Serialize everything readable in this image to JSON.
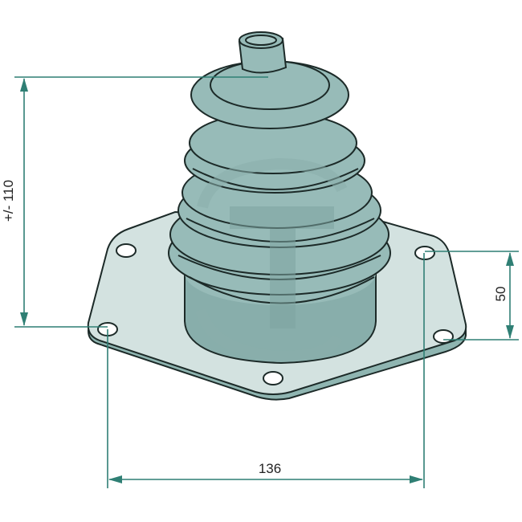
{
  "figure": {
    "subject": "Rubber bellows boot with square mounting flange (4 bolt holes)",
    "colors": {
      "dimension_line": "#2f7f74",
      "bellows": "#97bbb8",
      "flange": "#d3e2e0",
      "outline": "#1c2a28",
      "background": "#ffffff"
    }
  },
  "dimensions": {
    "height": {
      "label": "+/- 110",
      "orientation": "vertical",
      "position": "left"
    },
    "hole_spacing_vertical": {
      "label": "50",
      "orientation": "vertical",
      "position": "right"
    },
    "hole_spacing_horizontal": {
      "label": "136",
      "orientation": "horizontal",
      "position": "bottom"
    }
  },
  "watermark": {
    "glyph": "T"
  }
}
